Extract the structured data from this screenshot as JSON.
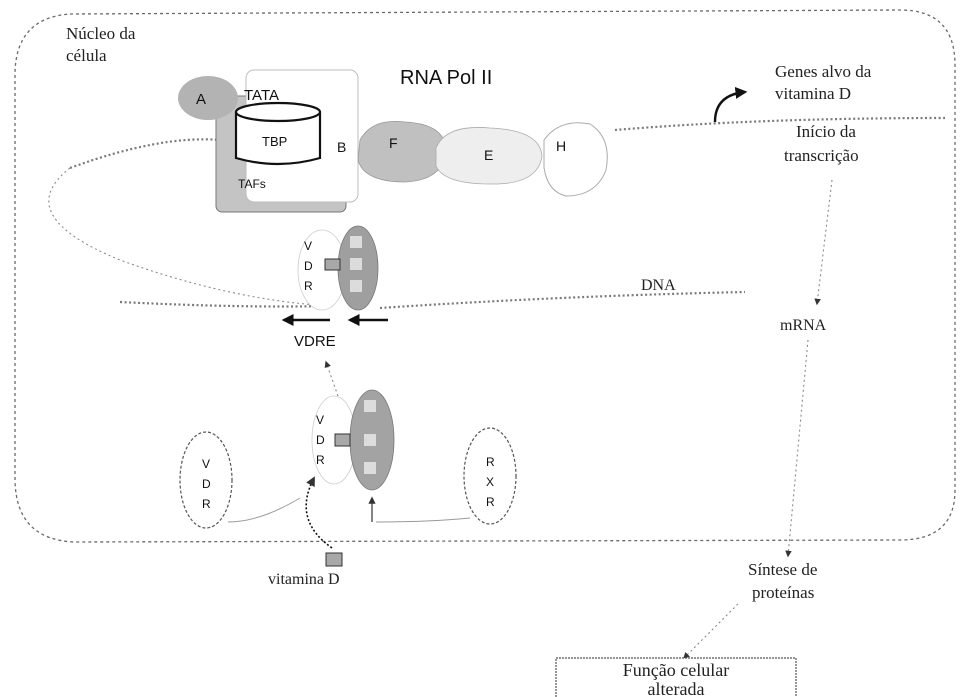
{
  "diagram": {
    "nucleus_label_line1": "Núcleo da",
    "nucleus_label_line2": "célula",
    "rna_pol_label": "RNA Pol II",
    "target_genes_line1": "Genes alvo da",
    "target_genes_line2": "vitamina D",
    "transcription_start_line1": "Início da",
    "transcription_start_line2": "transcrição",
    "dna_label": "DNA",
    "mrna_label": "mRNA",
    "protein_synthesis_line1": "Síntese de",
    "protein_synthesis_line2": "proteínas",
    "altered_function_line1": "Função celular",
    "altered_function_line2": "alterada",
    "vitamin_d_label": "vitamina D",
    "vdre_label": "VDRE",
    "tata_label": "TATA",
    "tbp_label": "TBP",
    "tafs_label": "TAFs",
    "factors": {
      "a": "A",
      "b": "B",
      "f": "F",
      "e": "E",
      "h": "H"
    },
    "vdr_letters": [
      "V",
      "D",
      "R"
    ],
    "rxr_letters": [
      "R",
      "X",
      "R"
    ]
  },
  "colors": {
    "protein_gray": "#b8b8b8",
    "protein_light": "#d4d4d4",
    "protein_dark": "#9a9a9a",
    "vitamin_square": "#a8a8a8",
    "line_gray": "#6a6a6a"
  }
}
